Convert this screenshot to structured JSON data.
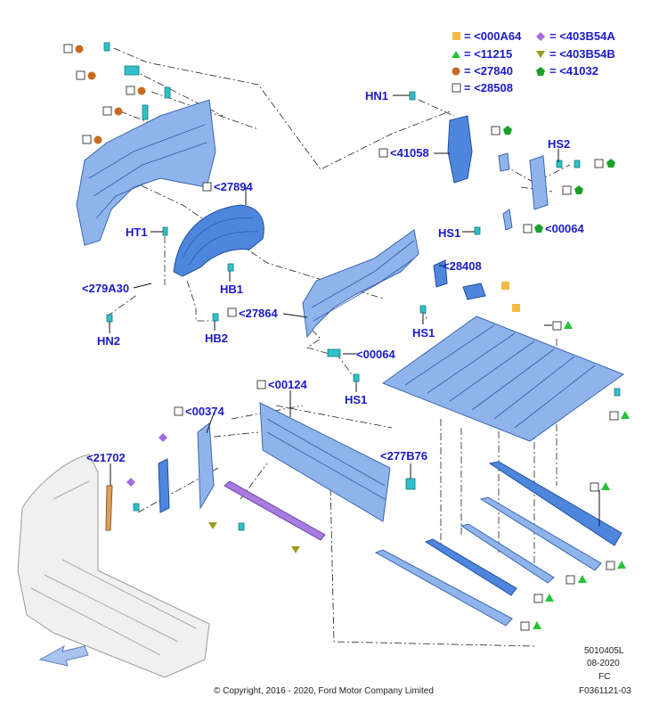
{
  "legend": [
    {
      "symbol": "square-orange",
      "color": "#f5b942",
      "text": "= <000A64"
    },
    {
      "symbol": "triangle-green",
      "color": "#22c43a",
      "text": "= <11215"
    },
    {
      "symbol": "circle-brown",
      "color": "#c86a1e",
      "text": "= <27840"
    },
    {
      "symbol": "square-white",
      "color": "#ffffff",
      "text": "= <28508"
    },
    {
      "symbol": "diamond-purple",
      "color": "#a66be0",
      "text": "= <403B54A"
    },
    {
      "symbol": "triangle-olive",
      "color": "#9a9a1e",
      "text": "= <403B54B"
    },
    {
      "symbol": "pentagon-green",
      "color": "#1aa02a",
      "text": "= <41032"
    }
  ],
  "labels": {
    "hn1": "HN1",
    "p41058": "<41058",
    "hs2": "HS2",
    "p27894": "<27894",
    "ht1": "HT1",
    "p279a30": "<279A30",
    "hb1": "HB1",
    "hn2": "HN2",
    "hb2": "HB2",
    "hs1_top": "HS1",
    "p00064_top": "<00064",
    "p28408": "<28408",
    "p27864": "<27864",
    "hs1_mid": "HS1",
    "p00064_bot": "<00064",
    "hs1_bot": "HS1",
    "p00124": "<00124",
    "p00374": "<00374",
    "p21702": "<21702",
    "p277b76": "<277B76"
  },
  "footer": {
    "copyright": "© Copyright, 2016 - 2020, Ford Motor Company Limited",
    "code1": "5010405L",
    "code2": "08-2020",
    "code3": "FC",
    "code4": "F0361121-03"
  },
  "colors": {
    "label_blue": "#1a1ac8",
    "part_blue": "#4f86dd",
    "part_light": "#8fb4ec"
  }
}
